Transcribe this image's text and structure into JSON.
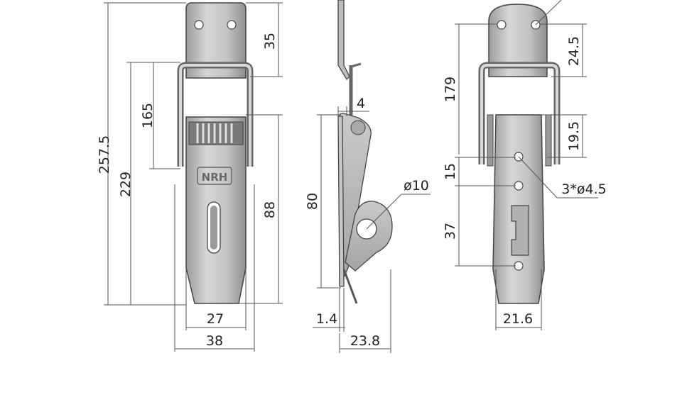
{
  "colors": {
    "metal_light": "#d4d4d4",
    "metal_mid": "#b5b5b5",
    "metal_dark": "#8a8a8a",
    "outline": "#444444",
    "dimension_line": "#555555",
    "text": "#222222"
  },
  "front_view": {
    "logo": "NRH",
    "dims": {
      "overall_height": "257.5",
      "body_height": "229",
      "loop_height": "165",
      "hook_plate_height": "35",
      "lower_body_height": "88",
      "tip_width": "27",
      "overall_width": "38"
    }
  },
  "side_view": {
    "dims": {
      "thickness_gap": "4",
      "body_height": "80",
      "hole_diameter": "ø10",
      "sheet_thickness": "1.4",
      "depth": "23.8"
    }
  },
  "back_view": {
    "dims": {
      "overall_height": "179",
      "plate_height": "24.5",
      "upper_hole_offset": "19.5",
      "hole_pitch_a": "15",
      "holes_callout": "3*ø4.5",
      "hole_pitch_b": "37",
      "hole_row_width": "21.6"
    }
  }
}
